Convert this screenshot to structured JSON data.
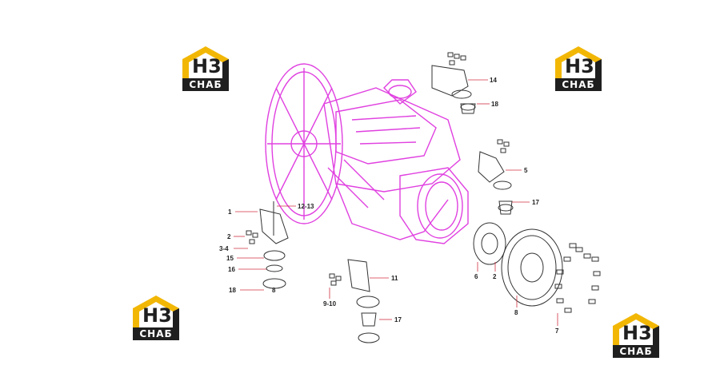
{
  "logo": {
    "mark": "H3",
    "band": "СНАБ"
  },
  "callouts": {
    "c1": "1",
    "c2a": "2",
    "c3_4": "3-4",
    "c5": "5",
    "c6": "6",
    "c2b": "2",
    "c7": "7",
    "c8a": "8",
    "c8b": "8",
    "c9_10": "9-10",
    "c11": "11",
    "c12_13": "12-13",
    "c14": "14",
    "c15": "15",
    "c16": "16",
    "c17a": "17",
    "c17b": "17",
    "c18a": "18",
    "c18b": "18"
  },
  "colors": {
    "engine": "#e040e0",
    "logo_gold": "#f2b705",
    "logo_dark": "#1f1f1f",
    "leader": "#d03040",
    "parts": "#333333"
  }
}
